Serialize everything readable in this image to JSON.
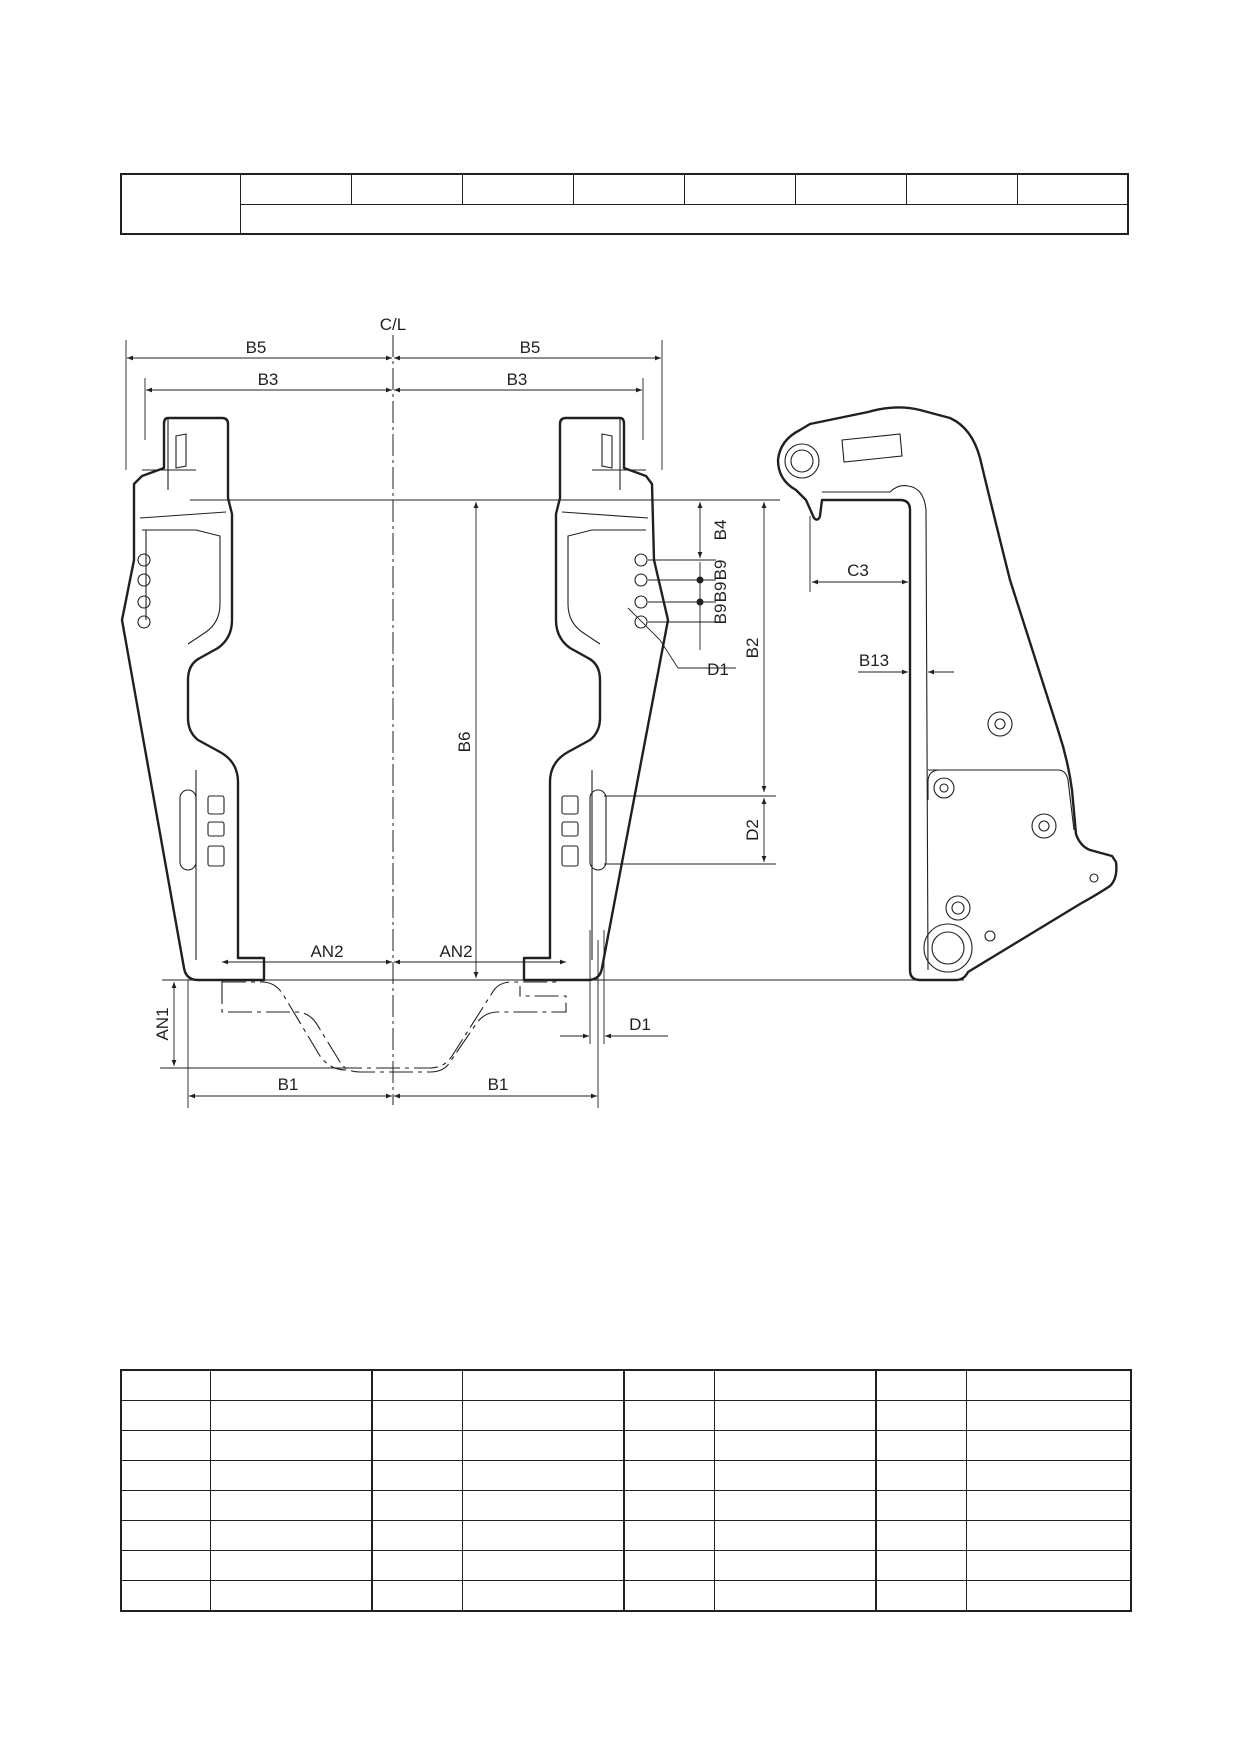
{
  "labels": {
    "centerline": "C/L",
    "b5_left": "B5",
    "b5_right": "B5",
    "b3_left": "B3",
    "b3_right": "B3",
    "b6": "B6",
    "b4": "B4",
    "b9_top": "B9",
    "b9_mid": "B9",
    "b9_bottom": "B9",
    "b2": "B2",
    "d1_hole": "D1",
    "d2": "D2",
    "an2_left": "AN2",
    "an2_right": "AN2",
    "an1": "AN1",
    "d1_bottom": "D1",
    "b1_left": "B1",
    "b1_right": "B1",
    "c3": "C3",
    "b13": "B13"
  },
  "top_table": {
    "rows": 2,
    "header_columns": 8
  },
  "bottom_table": {
    "rows": 8,
    "columns": 8
  }
}
